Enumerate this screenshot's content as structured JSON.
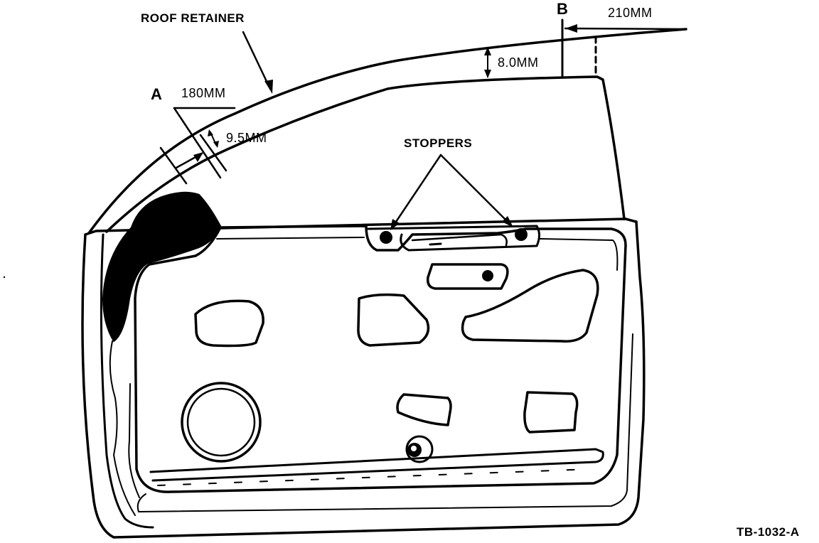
{
  "labels": {
    "roof_retainer": "ROOF RETAINER",
    "point_a": "A",
    "point_b": "B",
    "dim_180": "180MM",
    "dim_210": "210MM",
    "dim_95": "9.5MM",
    "dim_80": "8.0MM",
    "stoppers": "STOPPERS",
    "figure_id": "TB-1032-A"
  },
  "colors": {
    "ink": "#000000",
    "paper": "#ffffff"
  }
}
